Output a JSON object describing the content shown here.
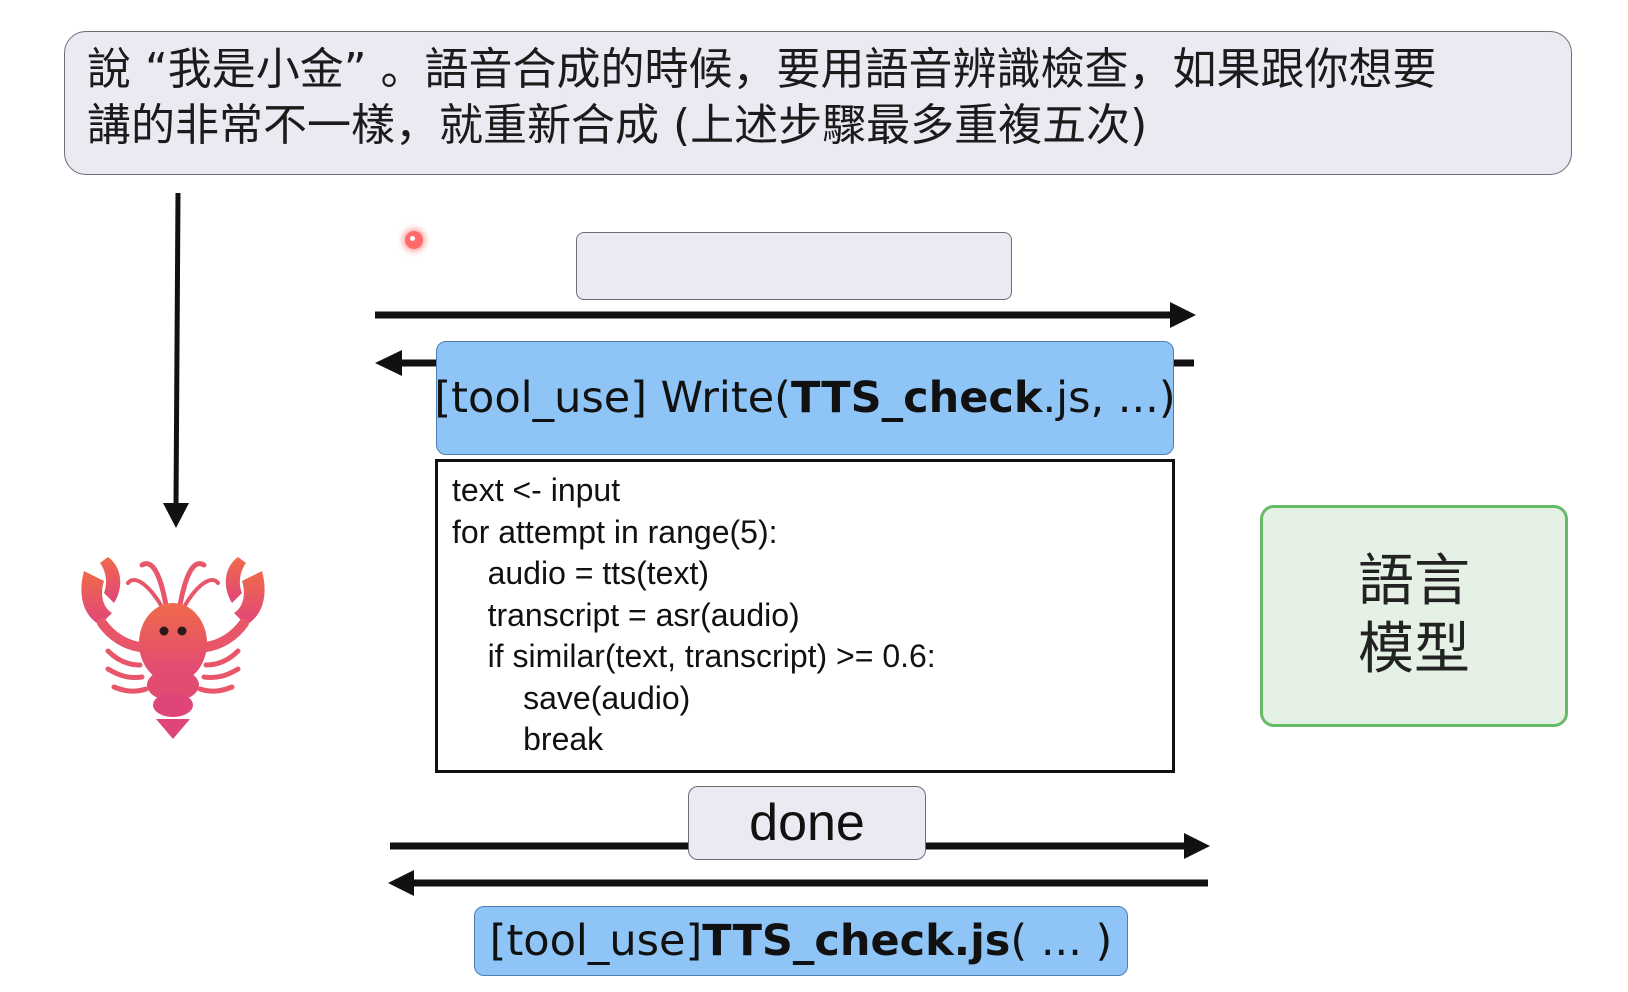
{
  "instruction": {
    "line1": "說 “我是小金” 。語音合成的時候，要用語音辨識檢查，如果跟你想要",
    "line2": "講的非常不一樣，就重新合成 (上述步驟最多重複五次)"
  },
  "tool_write": {
    "prefix": "[tool_use] Write(",
    "file": "TTS_check",
    "suffix": ".js, ...)"
  },
  "code": {
    "lines": [
      "text <- input",
      "for attempt in range(5):",
      "    audio = tts(text)",
      "    transcript = asr(audio)",
      "    if similar(text, transcript) >= 0.6:",
      "        save(audio)",
      "        break"
    ]
  },
  "done_label": "done",
  "tool_run": {
    "prefix": "[tool_use] ",
    "file": "TTS_check.js",
    "suffix": "( ... )"
  },
  "llm": {
    "line1": "語言",
    "line2": "模型"
  },
  "icons": {
    "agent": "lobster-icon"
  },
  "colors": {
    "tool_box": "#8ec5f6",
    "message_box": "#e9eaf2",
    "llm_fill": "#e5f1e4",
    "llm_border": "#66bb66",
    "lobster": "#e8566a"
  }
}
